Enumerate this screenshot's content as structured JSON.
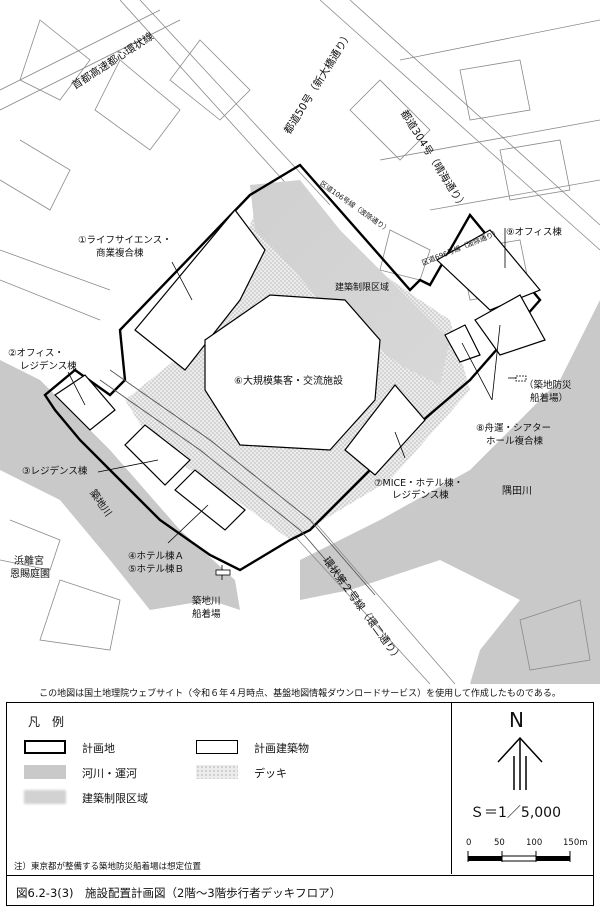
{
  "map_labels": {
    "expressway": "首都高速都心環状線",
    "route50": "都道50号（新大橋通り）",
    "route304": "都道304号（晴海通り）",
    "ward106": "区道106号線（波除通り）",
    "ward696": "区道696号線（波除通り）",
    "bldg1_l1": "①ライフサイエンス・",
    "bldg1_l2": "商業複合棟",
    "bldg2_l1": "②オフィス・",
    "bldg2_l2": "レジデンス棟",
    "bldg3": "③レジデンス棟",
    "bldg4": "④ホテル棟Ａ",
    "bldg5": "⑤ホテル棟Ｂ",
    "bldg6": "⑥大規模集客・交流施設",
    "bldg7_l1": "⑦MICE・ホテル棟・",
    "bldg7_l2": "レジデンス棟",
    "bldg8_l1": "⑧舟運・シアター",
    "bldg8_l2": "ホール複合棟",
    "bldg9": "⑨オフィス棟",
    "restricted": "建築制限区域",
    "tsukiji_river": "築地川",
    "hamarikyu_l1": "浜離宮",
    "hamarikyu_l2": "恩賜庭園",
    "sumida": "隅田川",
    "pier_tsukiji_l1": "築地川",
    "pier_tsukiji_l2": "船着場",
    "pier_disaster_l1": "（築地防災",
    "pier_disaster_l2": "船着場）",
    "loop2": "環状第２号線（環二通り）"
  },
  "source_note": "この地図は国土地理院ウェブサイト（令和６年４月時点、基盤地図情報ダウンロードサービス）を使用して作成したものである。",
  "legend": {
    "title": "凡　例",
    "site": "計画地",
    "building": "計画建築物",
    "river": "河川・運河",
    "deck": "デッキ",
    "restricted": "建築制限区域",
    "note": "注）東京都が整備する築地防災船着場は想定位置"
  },
  "compass": {
    "label": "N"
  },
  "scale": {
    "text": "Ｓ＝1／5,000",
    "ticks": [
      "0",
      "50",
      "100",
      "150m"
    ]
  },
  "caption": "図6.2-3(3)　施設配置計画図（2階～3階歩行者デッキフロア）",
  "colors": {
    "site_outline": "#000000",
    "river": "#c8c8c8",
    "deck": "#e6e6e6",
    "restricted": "#cfcfcf",
    "road_lines": "#8a8a8a"
  }
}
